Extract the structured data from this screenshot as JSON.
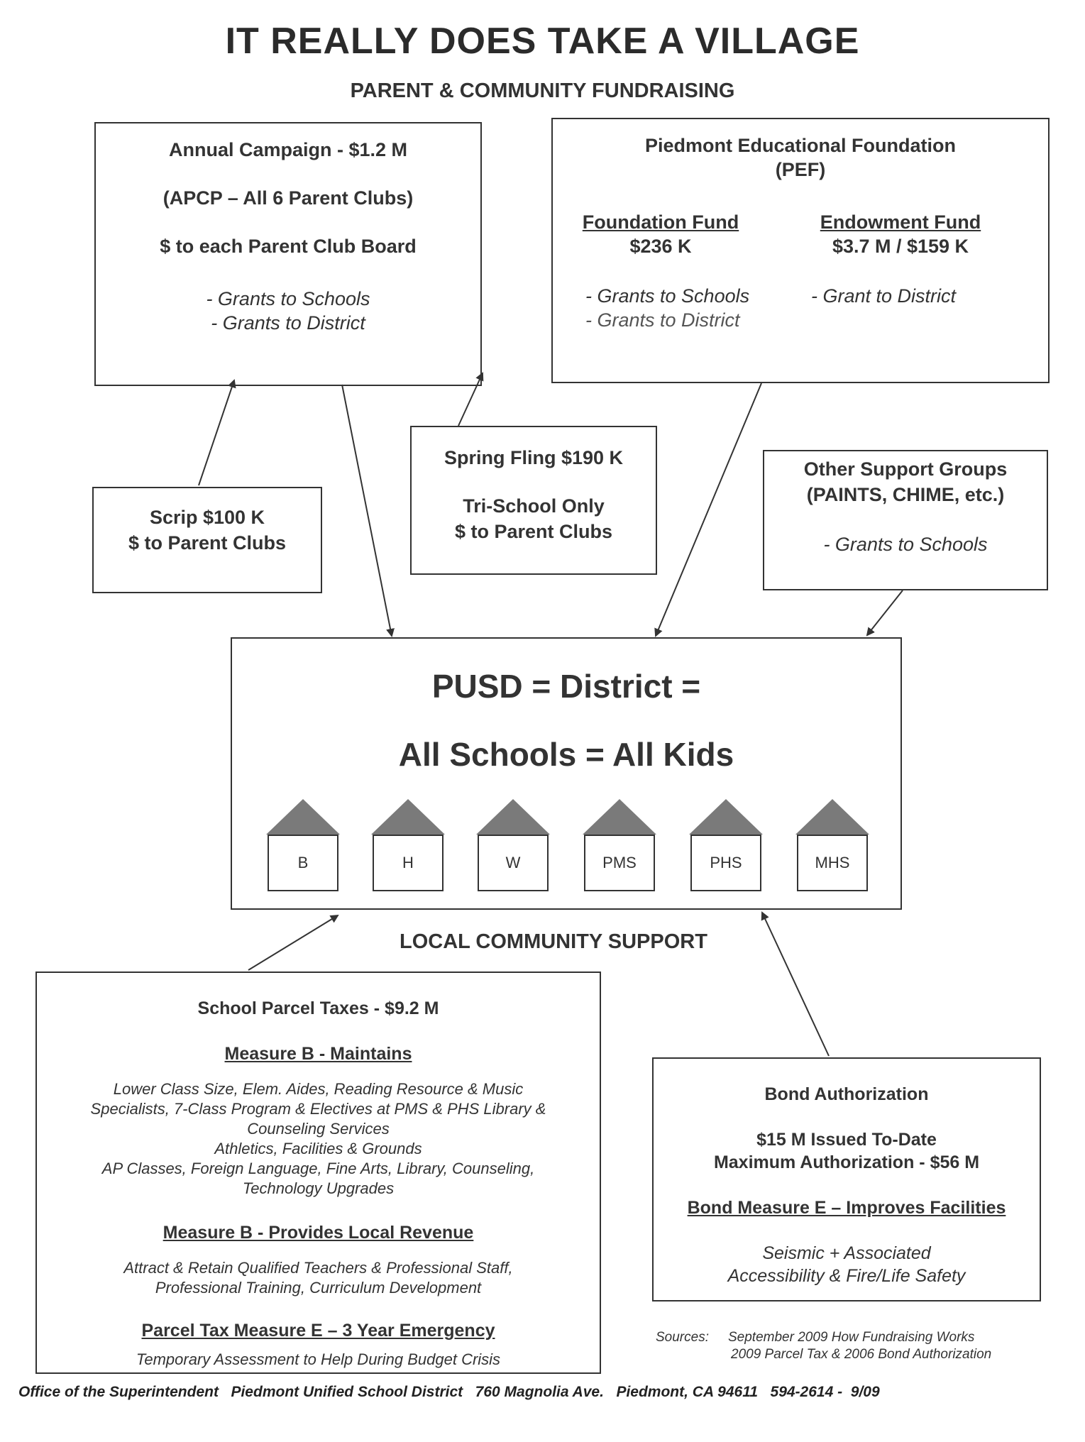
{
  "title": "IT REALLY DOES TAKE A VILLAGE",
  "subtitle": "PARENT & COMMUNITY FUNDRAISING",
  "annual_campaign": {
    "heading": "Annual Campaign - $1.2 M",
    "apcp": "(APCP – All 6 Parent Clubs)",
    "board": "$ to each Parent Club Board",
    "grant_schools": "- Grants to Schools",
    "grant_district": "- Grants to District"
  },
  "pef": {
    "heading": "Piedmont Educational Foundation",
    "abbr": "(PEF)",
    "foundation_label": "Foundation Fund",
    "foundation_amount": "$236 K",
    "endowment_label": "Endowment Fund",
    "endowment_amount": "$3.7 M / $159 K",
    "grant_schools": "- Grants to Schools",
    "grant_district": "- Grants to District",
    "grant_to_district": "- Grant to District"
  },
  "scrip": {
    "line1": "Scrip $100 K",
    "line2": "$ to Parent Clubs"
  },
  "spring_fling": {
    "line1": "Spring Fling $190 K",
    "line2": "Tri-School Only",
    "line3": "$ to Parent Clubs"
  },
  "other_groups": {
    "line1": "Other Support Groups",
    "line2": "(PAINTS, CHIME, etc.)",
    "line3": "- Grants to Schools"
  },
  "district": {
    "line1": "PUSD = District =",
    "line2": "All Schools = All Kids",
    "schools": [
      "B",
      "H",
      "W",
      "PMS",
      "PHS",
      "MHS"
    ]
  },
  "local_support_heading": "LOCAL COMMUNITY SUPPORT",
  "parcel_taxes": {
    "heading": "School Parcel Taxes - $9.2 M",
    "measure_b_maintains": "Measure B  - Maintains",
    "maintains_lines": [
      "Lower Class Size, Elem. Aides, Reading Resource & Music",
      "Specialists, 7-Class Program & Electives at PMS & PHS Library &",
      "Counseling Services",
      "Athletics, Facilities & Grounds",
      "AP Classes, Foreign Language, Fine Arts, Library, Counseling,",
      "Technology Upgrades"
    ],
    "measure_b_revenue": "Measure B - Provides Local Revenue",
    "revenue_lines": [
      "Attract & Retain Qualified Teachers & Professional Staff,",
      "Professional Training, Curriculum Development"
    ],
    "measure_e": "Parcel Tax Measure E – 3 Year Emergency",
    "measure_e_line": "Temporary Assessment to Help During Budget Crisis"
  },
  "bond": {
    "heading": "Bond Authorization",
    "issued": "$15 M Issued To-Date",
    "max": "Maximum Authorization - $56 M",
    "measure_e": "Bond Measure E – Improves Facilities",
    "line1": "Seismic + Associated",
    "line2": "Accessibility & Fire/Life Safety"
  },
  "sources": {
    "label": "Sources:",
    "line1": "September 2009 How Fundraising Works",
    "line2": "2009 Parcel Tax & 2006 Bond Authorization"
  },
  "footer": "Office of the Superintendent   Piedmont Unified School District   760 Magnolia Ave.   Piedmont, CA 94611   594-2614 -  9/09"
}
